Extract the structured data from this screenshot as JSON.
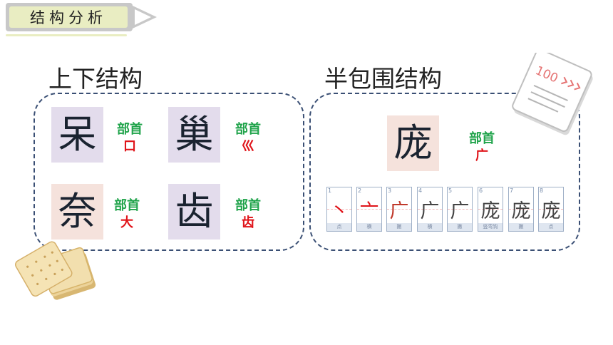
{
  "header": {
    "tag_label": "结构分析"
  },
  "sections": {
    "left_title": "上下结构",
    "right_title": "半包围结构"
  },
  "left_panel": {
    "entries": [
      {
        "char": "呆",
        "radical_label": "部首",
        "radical": "口"
      },
      {
        "char": "巢",
        "radical_label": "部首",
        "radical": "巛"
      },
      {
        "char": "奈",
        "radical_label": "部首",
        "radical": "大"
      },
      {
        "char": "齿",
        "radical_label": "部首",
        "radical": "齿"
      }
    ]
  },
  "right_panel": {
    "char": "庞",
    "radical_label": "部首",
    "radical": "广",
    "strokes": [
      {
        "num": "1",
        "glyph": "丶",
        "name": "点"
      },
      {
        "num": "2",
        "glyph": "亠",
        "name": "横"
      },
      {
        "num": "3",
        "glyph": "广",
        "name": "撇"
      },
      {
        "num": "4",
        "glyph": "广",
        "name": "横"
      },
      {
        "num": "5",
        "glyph": "广",
        "name": "撇"
      },
      {
        "num": "6",
        "glyph": "庞",
        "name": "竖弯钩"
      },
      {
        "num": "7",
        "glyph": "庞",
        "name": "撇"
      },
      {
        "num": "8",
        "glyph": "庞",
        "name": "点"
      }
    ]
  },
  "decorations": {
    "paper_score": "100"
  },
  "colors": {
    "radical_label": "#1fa34a",
    "radical_value": "#e0141a",
    "panel_border": "#3a4f74"
  }
}
